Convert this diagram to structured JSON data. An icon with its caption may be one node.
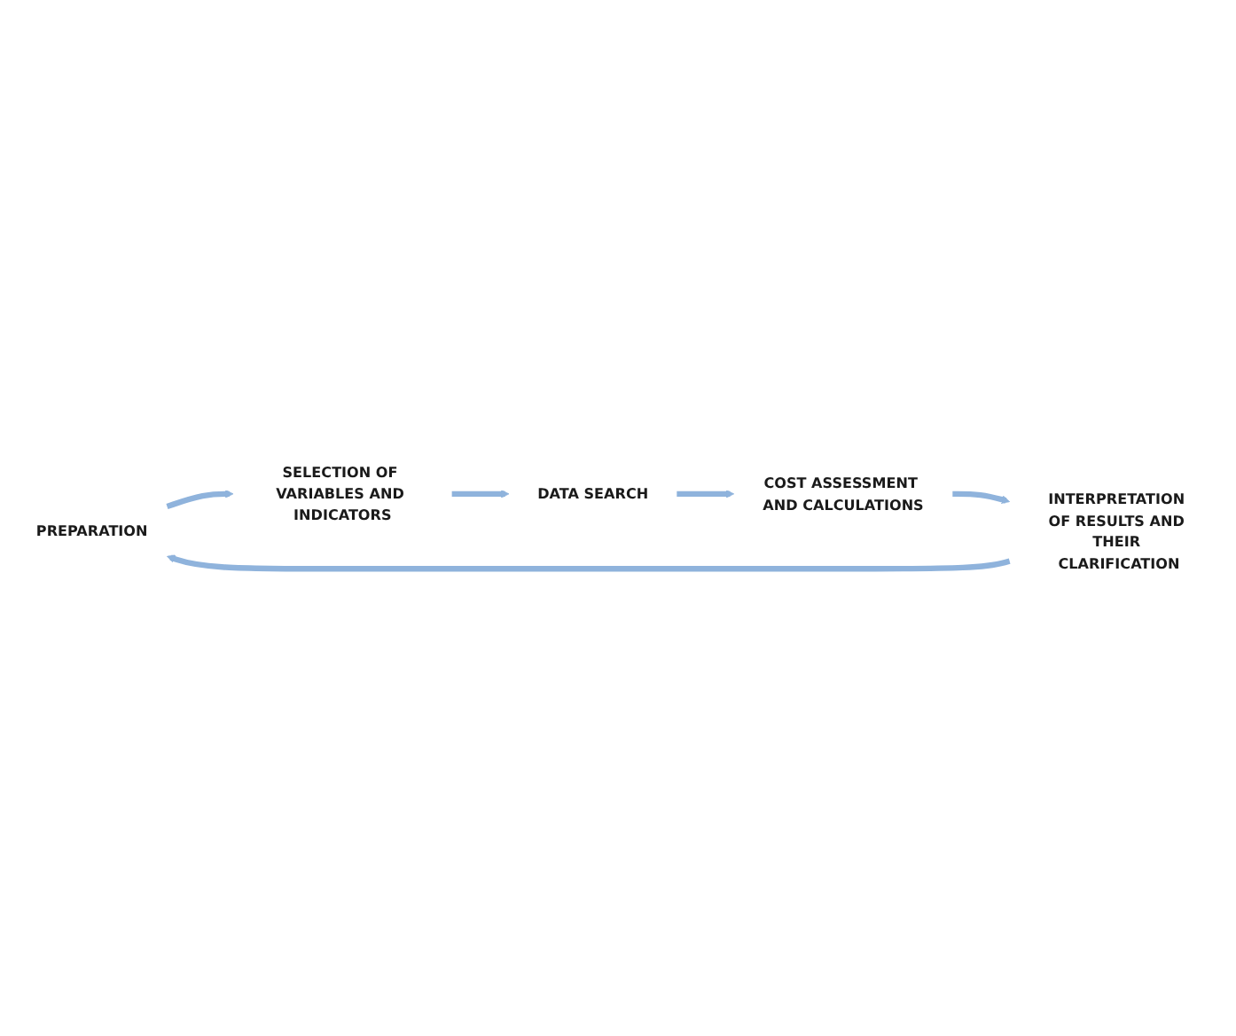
{
  "diagram": {
    "nodes": [
      {
        "text": [
          "PREPARATION"
        ]
      },
      {
        "text": [
          "SELECTION OF VARIABLES AND INDICATORS"
        ]
      },
      {
        "text": [
          "DATA SEARCH"
        ]
      },
      {
        "text": [
          "COST ASSESSMENT AND CALCULATIONS"
        ]
      },
      {
        "text": [
          "INTERPRETATION OF RESULTS AND THEIR CLARIFICATION"
        ]
      }
    ],
    "edges": [
      {
        "from": 0,
        "to": 1,
        "arrow": "to"
      },
      {
        "from": 1,
        "to": 2,
        "arrow": "to"
      },
      {
        "from": 2,
        "to": 3,
        "arrow": "to"
      },
      {
        "from": 3,
        "to": 4,
        "arrow": "to"
      },
      {
        "from": 4,
        "to": 0,
        "arrow": "to"
      }
    ]
  }
}
